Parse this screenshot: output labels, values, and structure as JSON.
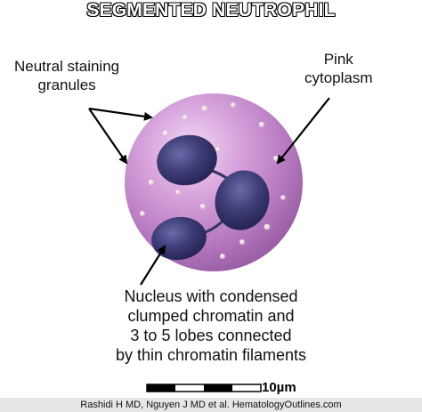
{
  "title": "SEGMENTED NEUTROPHIL",
  "labels": {
    "granules_line1": "Neutral staining",
    "granules_line2": "granules",
    "cytoplasm_line1": "Pink",
    "cytoplasm_line2": "cytoplasm",
    "nucleus_line1": "Nucleus with condensed",
    "nucleus_line2": "clumped chromatin and",
    "nucleus_line3": "3 to 5 lobes connected",
    "nucleus_line4": "by thin chromatin filaments"
  },
  "scale_bar": {
    "label": "10µm",
    "value_um": 10
  },
  "credit": "Rashidi H MD, Nguyen J MD et al. HematologyOutlines.com",
  "colors": {
    "cytoplasm": "#c98ed0",
    "nucleus": "#3b3a6e",
    "arrow": "#000000",
    "title_fill": "#ffffff",
    "title_outline": "#000000"
  }
}
